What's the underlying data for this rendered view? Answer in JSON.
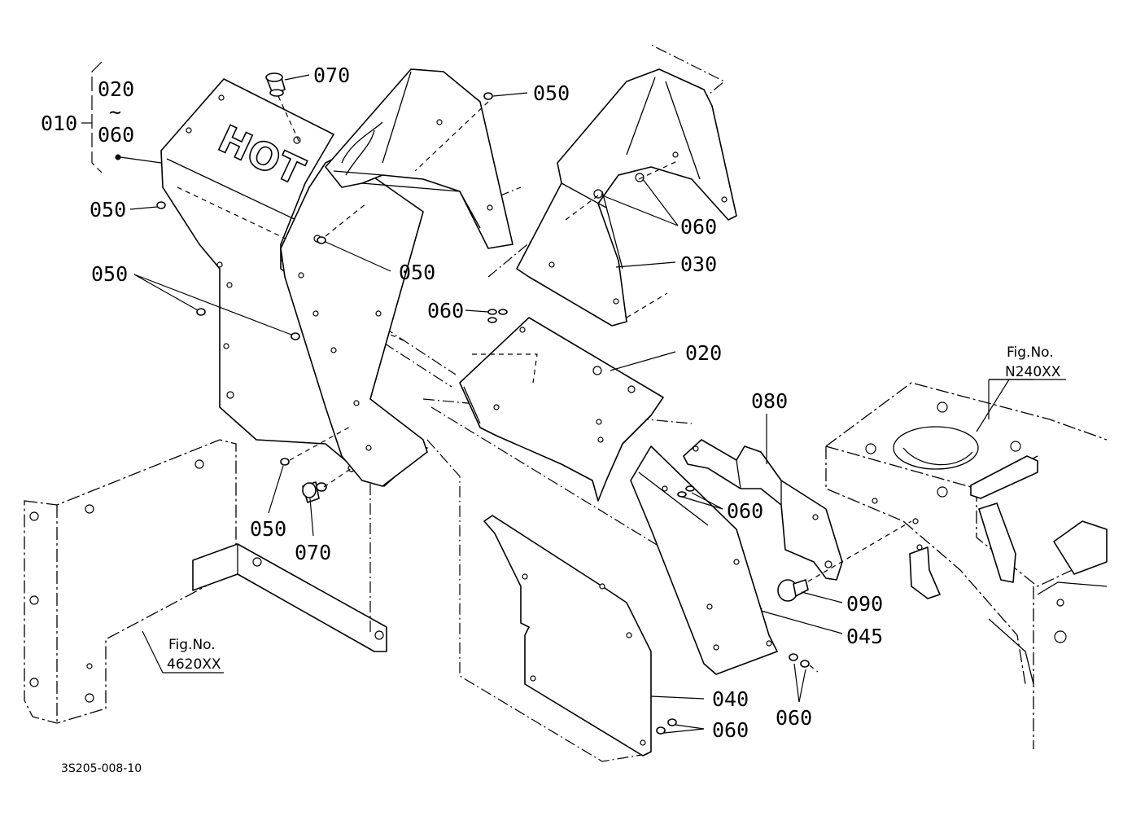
{
  "callouts": {
    "c010": "010",
    "c020_top": "020",
    "c_tilde": "~",
    "c060_top": "060",
    "c070_top": "070",
    "c050_a": "050",
    "c050_b": "050",
    "c050_c": "050",
    "c050_d": "050",
    "c050_e": "050",
    "c060_a": "060",
    "c030": "030",
    "c060_b": "060",
    "c020": "020",
    "c080": "080",
    "c060_c": "060",
    "c090": "090",
    "c045": "045",
    "c040": "040",
    "c060_d": "060",
    "c060_e": "060",
    "c070_b": "070"
  },
  "refs": {
    "fig_right_label": "Fig.No.",
    "fig_right_code": "N240XX",
    "fig_left_label": "Fig.No.",
    "fig_left_code": "4620XX"
  },
  "stamp_text": "HOT",
  "drawing_code": "3S205-008-10"
}
